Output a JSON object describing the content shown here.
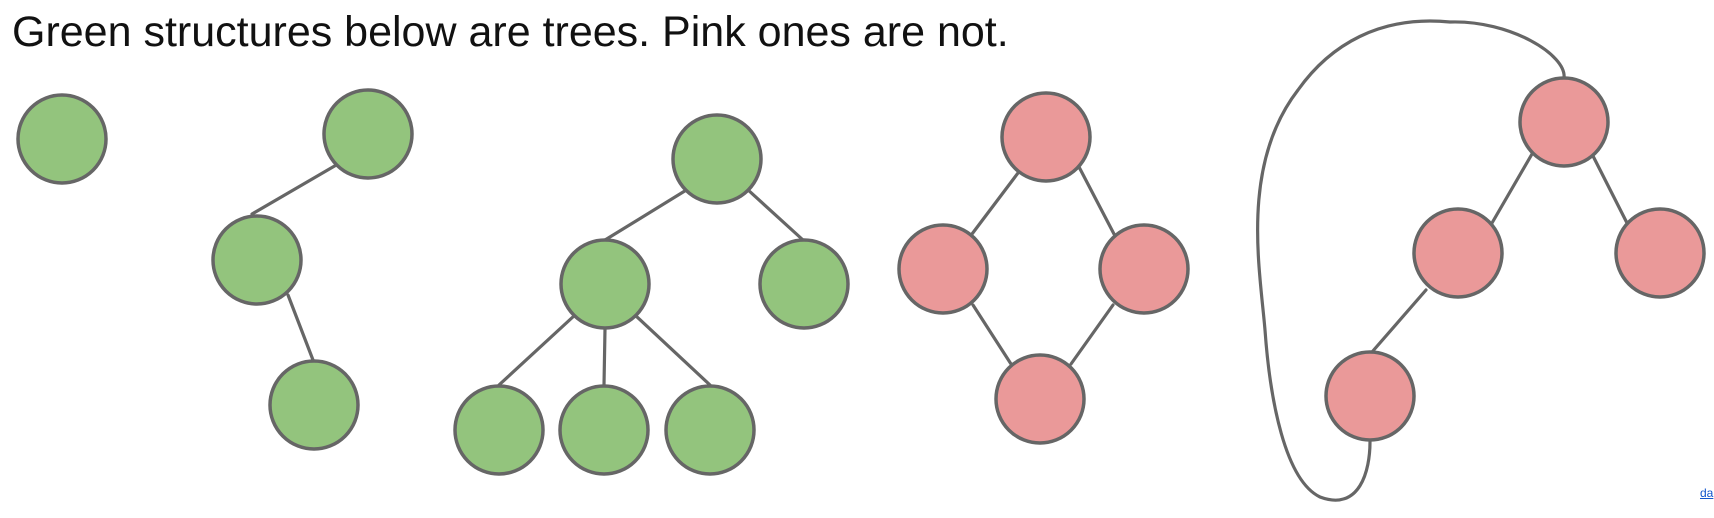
{
  "slide": {
    "title": "Green structures below are trees. Pink ones are not.",
    "corner_link_text": "da"
  },
  "colors": {
    "tree_fill": "#93c47d",
    "nontree_fill": "#ea9999",
    "outline": "#666666"
  },
  "structures": [
    {
      "label": "tree",
      "nodes": 1,
      "edges": 0
    },
    {
      "label": "tree",
      "nodes": 3,
      "edges": 2
    },
    {
      "label": "tree",
      "nodes": 6,
      "edges": 5
    },
    {
      "label": "not tree",
      "nodes": 4,
      "edges": 4
    },
    {
      "label": "not tree",
      "nodes": 4,
      "edges": 4
    }
  ]
}
